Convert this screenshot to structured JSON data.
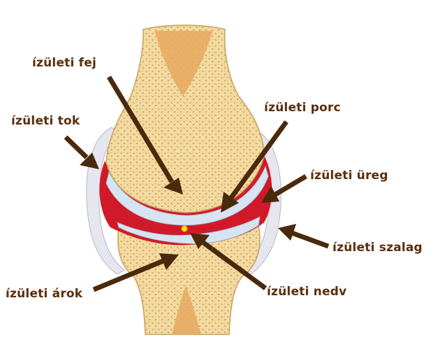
{
  "labels": {
    "head": "ízületi fej",
    "capsule": "ízületi tok",
    "cartilage": "ízületi porc",
    "cavity": "ízületi üreg",
    "ligament": "ízületi szalag",
    "fluid": "ízületi nedv",
    "socket": "ízületi árok"
  },
  "colors": {
    "label_text": "#5a2e0c",
    "arrow": "#4a2a0c",
    "bone": "#f2dba0",
    "bone_dots": "#d9a864",
    "marrow": "#e8a860",
    "cavity_red": "#d01a2a",
    "cartilage": "#d6e4f2",
    "capsule": "#e6e6ee",
    "fluid_dot": "#ffee00"
  }
}
